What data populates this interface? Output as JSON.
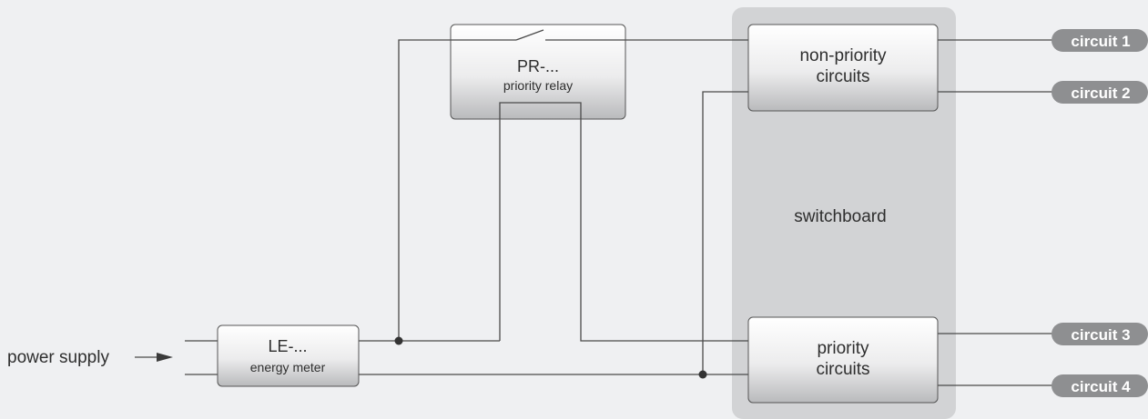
{
  "input": {
    "label": "power supply"
  },
  "energy_meter": {
    "title": "LE-...",
    "subtitle": "energy meter"
  },
  "priority_relay": {
    "title": "PR-...",
    "subtitle": "priority relay"
  },
  "switchboard": {
    "label": "switchboard",
    "non_priority": {
      "line1": "non-priority",
      "line2": "circuits"
    },
    "priority": {
      "line1": "priority",
      "line2": "circuits"
    }
  },
  "circuits": [
    {
      "label": "circuit 1"
    },
    {
      "label": "circuit 2"
    },
    {
      "label": "circuit 3"
    },
    {
      "label": "circuit 4"
    }
  ],
  "colors": {
    "background": "#eff0f2",
    "switchboard_panel": "#d2d3d5",
    "pill": "#8e8f91",
    "wire": "#4a4a4a"
  }
}
